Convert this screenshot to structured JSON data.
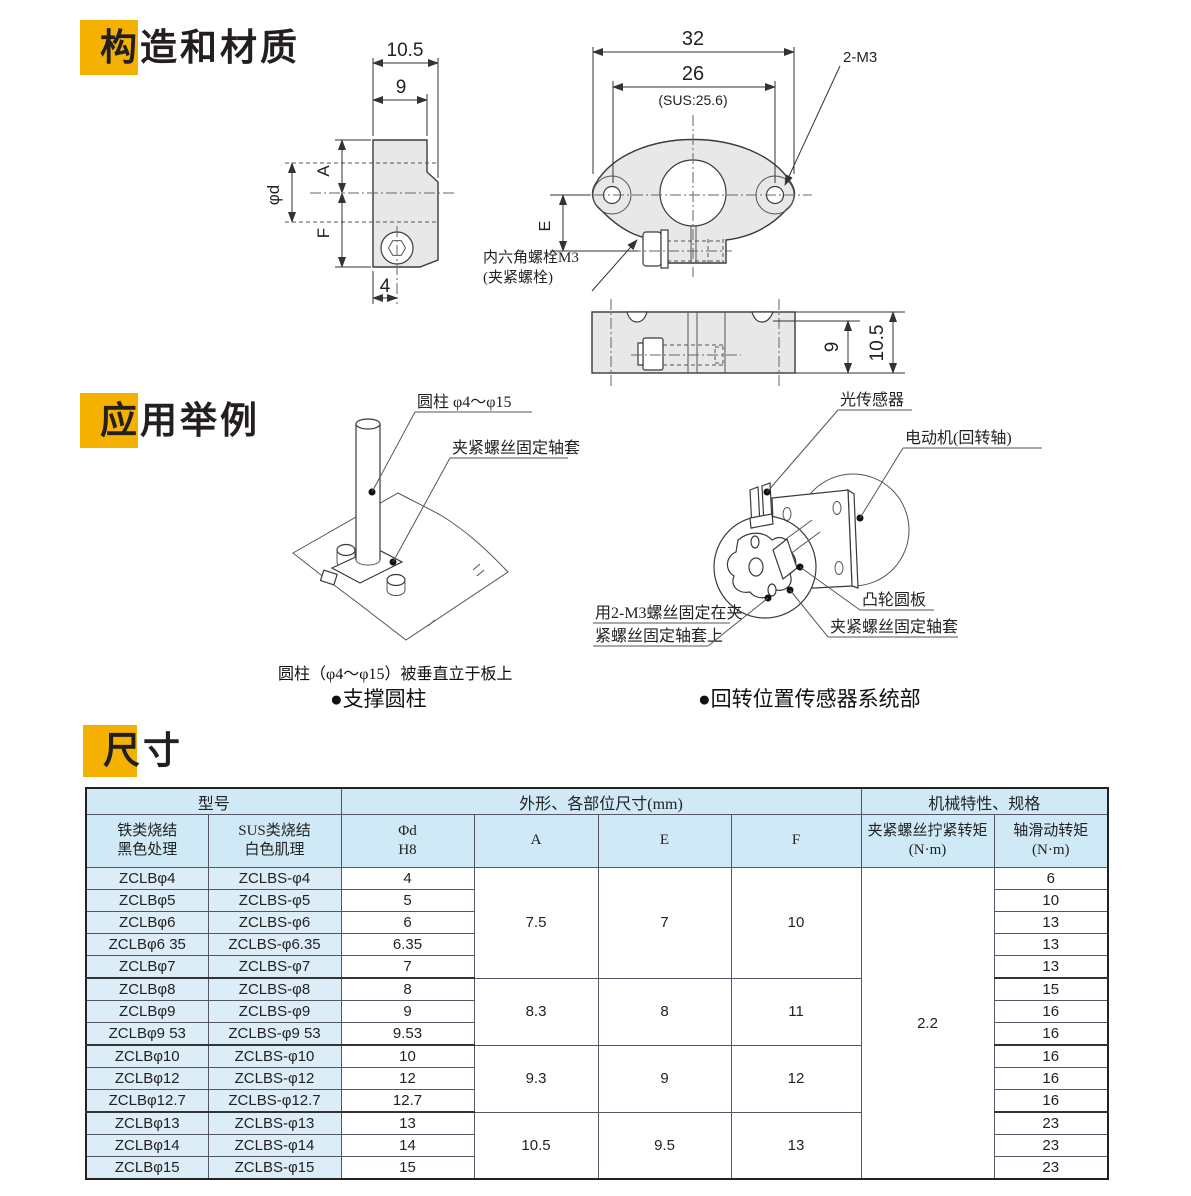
{
  "accent_color": "#F5B101",
  "header_blue": "#cfe9f6",
  "cell_blue": "#dcedf8",
  "sections": {
    "structure": {
      "title": "构造和材质"
    },
    "application": {
      "title": "应用举例"
    },
    "dimensions": {
      "title": "尺寸"
    }
  },
  "drawings": {
    "side_view": {
      "dim_overall_width": "10.5",
      "dim_body_width": "9",
      "dim_a": "A",
      "dim_bore": "φd",
      "dim_f": "F",
      "dim_bolt_offset": "4"
    },
    "front_view": {
      "dim_overall": "32",
      "dim_hole_pitch": "26",
      "dim_sus_note": "(SUS:25.6)",
      "label_threads": "2-M3",
      "dim_e": "E",
      "label_bolt_line1": "内六角螺栓M3",
      "label_bolt_line2": "(夹紧螺栓)"
    },
    "bottom_view": {
      "dim_inner_height": "9",
      "dim_overall_height": "10.5"
    }
  },
  "examples": {
    "left": {
      "label_cylinder": "圆柱 φ4～φ15",
      "label_collar": "夹紧螺丝固定轴套",
      "caption": "圆柱（φ4～φ15）被垂直立于板上",
      "bullet": "●支撑圆柱"
    },
    "right": {
      "label_sensor": "光传感器",
      "label_motor": "电动机(回转轴)",
      "label_cam": "凸轮圆板",
      "label_collar": "夹紧螺丝固定轴套",
      "label_screws_line1": "用2-M3螺丝固定在夹",
      "label_screws_line2": "紧螺丝固定轴套上",
      "bullet": "●回转位置传感器系统部"
    }
  },
  "table": {
    "group_headers": [
      "型号",
      "外形、各部位尺寸(mm)",
      "机械特性、规格"
    ],
    "col_headers": [
      "铁类烧结\n黑色处理",
      "SUS类烧结\n白色肌理",
      "Φd\nH8",
      "A",
      "E",
      "F",
      "夹紧螺丝拧紧转矩\n(N·m)",
      "轴滑动转矩\n(N·m)"
    ],
    "rows": [
      {
        "iron": "ZCLBφ4",
        "sus": "ZCLBS-φ4",
        "d": "4",
        "slide": "6"
      },
      {
        "iron": "ZCLBφ5",
        "sus": "ZCLBS-φ5",
        "d": "5",
        "slide": "10"
      },
      {
        "iron": "ZCLBφ6",
        "sus": "ZCLBS-φ6",
        "d": "6",
        "slide": "13"
      },
      {
        "iron": "ZCLBφ6 35",
        "sus": "ZCLBS-φ6.35",
        "d": "6.35",
        "slide": "13"
      },
      {
        "iron": "ZCLBφ7",
        "sus": "ZCLBS-φ7",
        "d": "7",
        "slide": "13"
      },
      {
        "iron": "ZCLBφ8",
        "sus": "ZCLBS-φ8",
        "d": "8",
        "slide": "15"
      },
      {
        "iron": "ZCLBφ9",
        "sus": "ZCLBS-φ9",
        "d": "9",
        "slide": "16"
      },
      {
        "iron": "ZCLBφ9 53",
        "sus": "ZCLBS-φ9 53",
        "d": "9.53",
        "slide": "16"
      },
      {
        "iron": "ZCLBφ10",
        "sus": "ZCLBS-φ10",
        "d": "10",
        "slide": "16"
      },
      {
        "iron": "ZCLBφ12",
        "sus": "ZCLBS-φ12",
        "d": "12",
        "slide": "16"
      },
      {
        "iron": "ZCLBφ12.7",
        "sus": "ZCLBS-φ12.7",
        "d": "12.7",
        "slide": "16"
      },
      {
        "iron": "ZCLBφ13",
        "sus": "ZCLBS-φ13",
        "d": "13",
        "slide": "23"
      },
      {
        "iron": "ZCLBφ14",
        "sus": "ZCLBS-φ14",
        "d": "14",
        "slide": "23"
      },
      {
        "iron": "ZCLBφ15",
        "sus": "ZCLBS-φ15",
        "d": "15",
        "slide": "23"
      }
    ],
    "groups": [
      {
        "start": 0,
        "count": 5,
        "A": "7.5",
        "E": "7",
        "F": "10"
      },
      {
        "start": 5,
        "count": 3,
        "A": "8.3",
        "E": "8",
        "F": "11"
      },
      {
        "start": 8,
        "count": 3,
        "A": "9.3",
        "E": "9",
        "F": "12"
      },
      {
        "start": 11,
        "count": 3,
        "A": "10.5",
        "E": "9.5",
        "F": "13"
      }
    ],
    "clamp_torque": "2.2"
  }
}
